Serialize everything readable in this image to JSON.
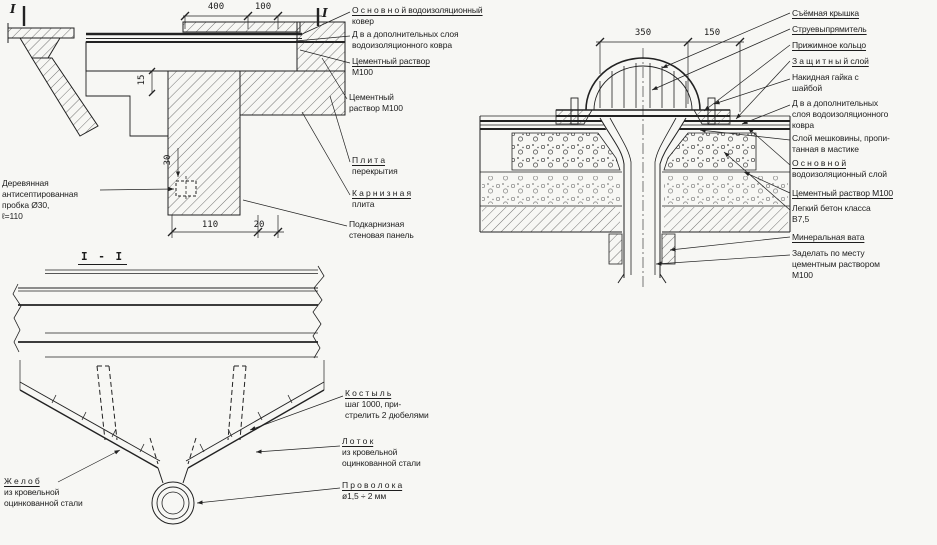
{
  "colors": {
    "ink": "#222222",
    "paper": "#f7f7f4"
  },
  "fig1": {
    "name": "cornice-eaves-section",
    "section_marks": {
      "left": "I",
      "right": "I"
    },
    "dims": {
      "top1": "400",
      "top2": "100",
      "v1": "15",
      "v2": "30",
      "b1": "110",
      "b2": "20"
    },
    "left_label": {
      "lines": [
        "Деревянная",
        "антисептированная",
        "пробка Ø30,",
        "ℓ=110"
      ]
    },
    "callouts": [
      {
        "lines": [
          "О с н о в н о й  водоизоляционный",
          "ковер"
        ]
      },
      {
        "lines": [
          "Д в а  дополнительных слоя",
          "водоизоляционного ковра"
        ]
      },
      {
        "lines": [
          "Цементный раствор",
          "М100"
        ]
      },
      {
        "lines": [
          "Цементный",
          "раствор М100"
        ]
      },
      {
        "lines": [
          "П л и т а",
          "перекрытия"
        ]
      },
      {
        "lines": [
          "К а р н и з н а я",
          "плита"
        ]
      },
      {
        "lines": [
          "Подкарнизная",
          "стеновая панель"
        ]
      }
    ]
  },
  "fig2": {
    "name": "roof-drain-funnel-section",
    "dims": {
      "w1": "350",
      "w2": "150"
    },
    "callouts": [
      {
        "lines": [
          "Съёмная крышка"
        ]
      },
      {
        "lines": [
          "Струевыпрямитель"
        ]
      },
      {
        "lines": [
          "Прижимное кольцо"
        ]
      },
      {
        "lines": [
          "З а щ и т н ы й  слой"
        ]
      },
      {
        "lines": [
          "Накидная гайка с",
          "шайбой"
        ]
      },
      {
        "lines": [
          "Д в а  дополнительных",
          "слоя водоизоляционного",
          "ковра"
        ]
      },
      {
        "lines": [
          "Слой мешковины, пропи-",
          "танная в мастике"
        ]
      },
      {
        "lines": [
          "О с н о в н о й",
          "водоизоляционный слой"
        ]
      },
      {
        "lines": [
          "Цементный раствор М100"
        ]
      },
      {
        "lines": [
          "Легкий бетон класса",
          "В7,5"
        ]
      },
      {
        "lines": [
          "Минеральная вата"
        ]
      },
      {
        "lines": [
          "Заделать по месту",
          "цементным раствором",
          "М100"
        ]
      }
    ]
  },
  "fig3": {
    "name": "gutter-section-I-I",
    "title": "I - I",
    "left_label": {
      "lines": [
        "Ж е л о б",
        "из кровельной",
        "оцинкованной стали"
      ]
    },
    "callouts": [
      {
        "lines": [
          "К о с т ы л ь",
          "шаг 1000, при-",
          "стрелить 2 дюбелями"
        ]
      },
      {
        "lines": [
          "Л о т о к",
          "из кровельной",
          "оцинкованной стали"
        ]
      },
      {
        "lines": [
          "П р о в о л о к а",
          "ø1,5 ÷ 2 мм"
        ]
      }
    ]
  }
}
